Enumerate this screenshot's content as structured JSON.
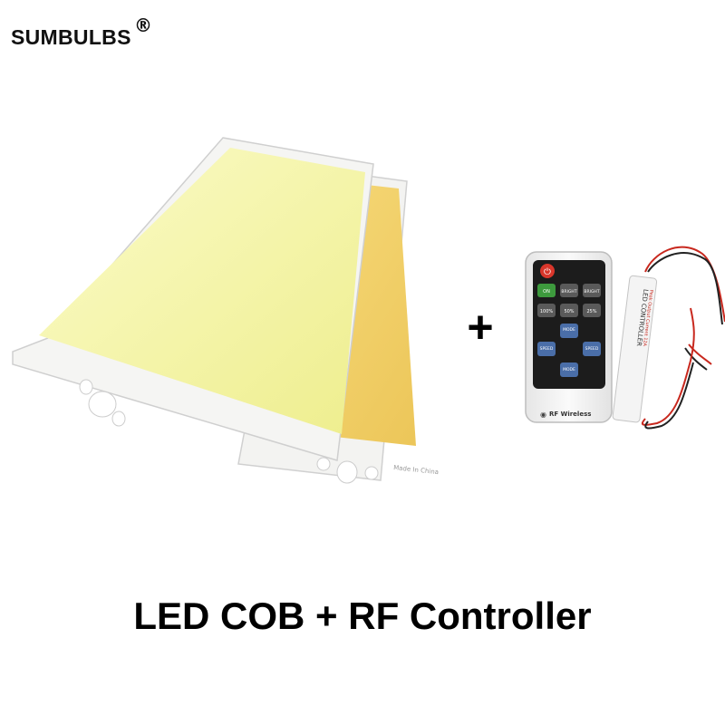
{
  "brand": {
    "name": "SUMBULBS",
    "registered_mark": "®"
  },
  "caption": "LED COB + RF Controller",
  "plus_sign": "+",
  "remote": {
    "buttons": {
      "on": "ON",
      "bright_up": "BRIGHT",
      "bright_down": "BRIGHT",
      "p100": "100%",
      "p50": "50%",
      "p25": "25%",
      "mode_up": "MODE",
      "speed_left": "SPEED",
      "speed_right": "SPEED",
      "mode_down": "MODE"
    },
    "label": "RF Wireless"
  },
  "controller": {
    "label": "LED CONTROLLER",
    "sublabel": "Peak Output Current 12A"
  },
  "panels": {
    "back_tag": "Made In China"
  },
  "colors": {
    "cool_white_led": "#f7f7a9",
    "warm_white_led": "#f3d36a",
    "board": "#f4f4f2",
    "remote_body": "#f2f2f2",
    "button_gray": "#5a5a5a",
    "power_button": "#d9362b",
    "on_button": "#3d9a3d",
    "wire_red": "#c8281e"
  }
}
